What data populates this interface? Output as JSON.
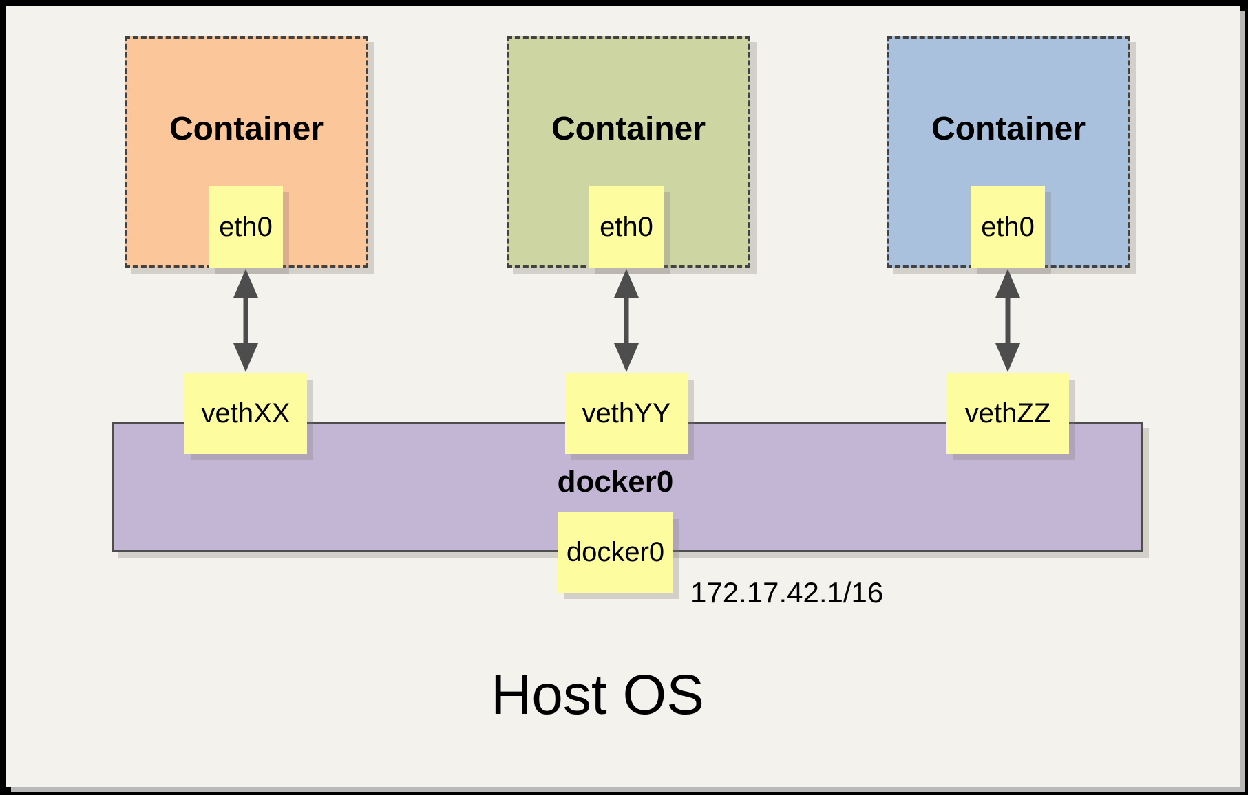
{
  "canvas": {
    "background": "#f4f2ec",
    "frame_color": "#000000",
    "shadow_color": "#b9b9b9"
  },
  "containers": [
    {
      "title": "Container",
      "interface": "eth0",
      "veth": "vethXX",
      "fill": "#fbc79a"
    },
    {
      "title": "Container",
      "interface": "eth0",
      "veth": "vethYY",
      "fill": "#cdd6a2"
    },
    {
      "title": "Container",
      "interface": "eth0",
      "veth": "vethZZ",
      "fill": "#aac1de"
    }
  ],
  "bridge": {
    "title": "docker0",
    "interface": "docker0",
    "ip": "172.17.42.1/16",
    "fill": "#c2b6d4"
  },
  "host": {
    "label": "Host OS"
  },
  "accents": {
    "node_fill": "#fdfd9f",
    "connector_color": "#4d4d4d",
    "dashed_border_color": "#424242"
  }
}
